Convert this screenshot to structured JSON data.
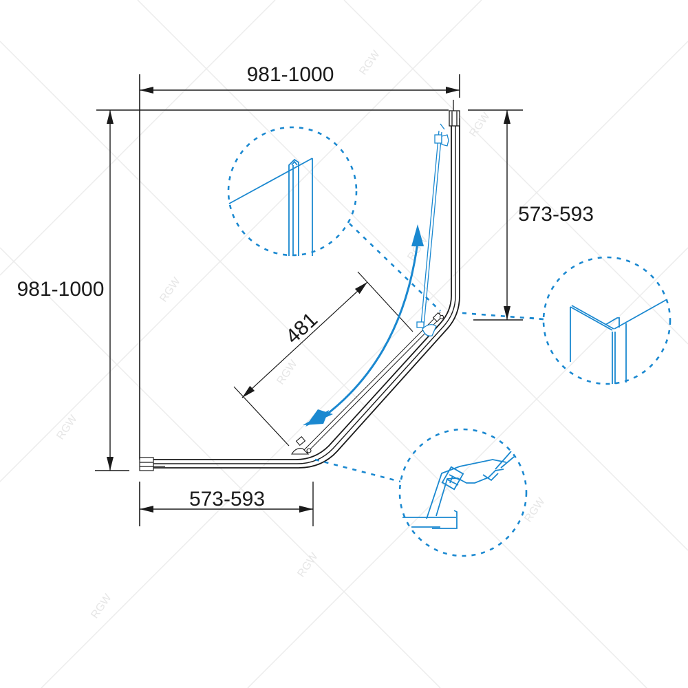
{
  "diagram": {
    "type": "shower-enclosure-plan-view",
    "colors": {
      "line": "#1a1a1a",
      "accent": "#1a88d0",
      "watermark": "#e8e8e8"
    },
    "dimensions": {
      "top_width": "981-1000",
      "left_height": "981-1000",
      "right_side": "573-593",
      "bottom_side": "573-593",
      "door_opening": "481"
    },
    "watermark_text": "RGW",
    "details": [
      {
        "id": "detail-wall-profile",
        "label": "wall profile detail"
      },
      {
        "id": "detail-corner-profile",
        "label": "corner profile detail"
      },
      {
        "id": "detail-door-hinge-profile",
        "label": "door seal / hinge profile detail"
      }
    ],
    "door_swing": {
      "direction": "bidirectional",
      "icon": "curved-double-arrow-icon"
    }
  }
}
